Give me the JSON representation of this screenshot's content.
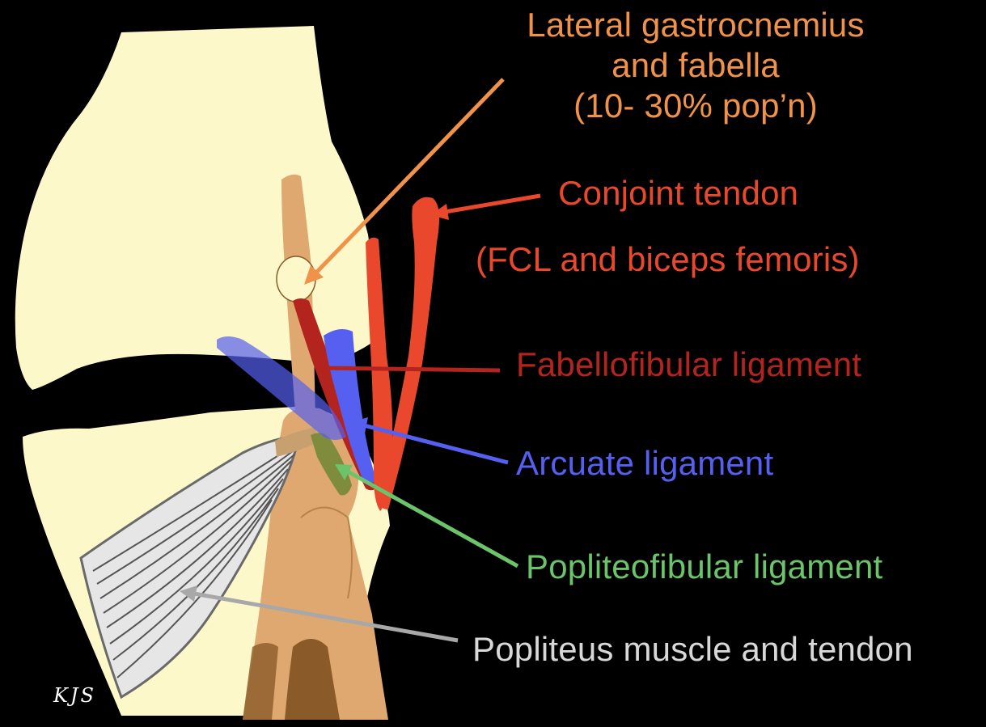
{
  "colors": {
    "background": "#000000",
    "bone": "#fdf8c9",
    "fibula": "#dfa870",
    "fibula_dark": "#8a5a28",
    "gastrocnemius": "#f0924a",
    "conjoint": "#e9482c",
    "fabellofibular": "#b4241f",
    "arcuate": "#5560f0",
    "popliteofibular": "#6cc46a",
    "popliteus": "#bdbdbd"
  },
  "labels": {
    "gastrocnemius": {
      "lines": [
        "Lateral gastrocnemius",
        "and fabella",
        "(10- 30% pop’n)"
      ]
    },
    "conjoint": {
      "title": "Conjoint tendon",
      "subtitle": "(FCL and biceps femoris)"
    },
    "fabellofibular": {
      "text": "Fabellofibular ligament"
    },
    "arcuate": {
      "text": "Arcuate ligament"
    },
    "popliteofibular": {
      "text": "Popliteofibular ligament"
    },
    "popliteus": {
      "text": "Popliteus muscle and tendon"
    }
  },
  "signature": "KJS"
}
